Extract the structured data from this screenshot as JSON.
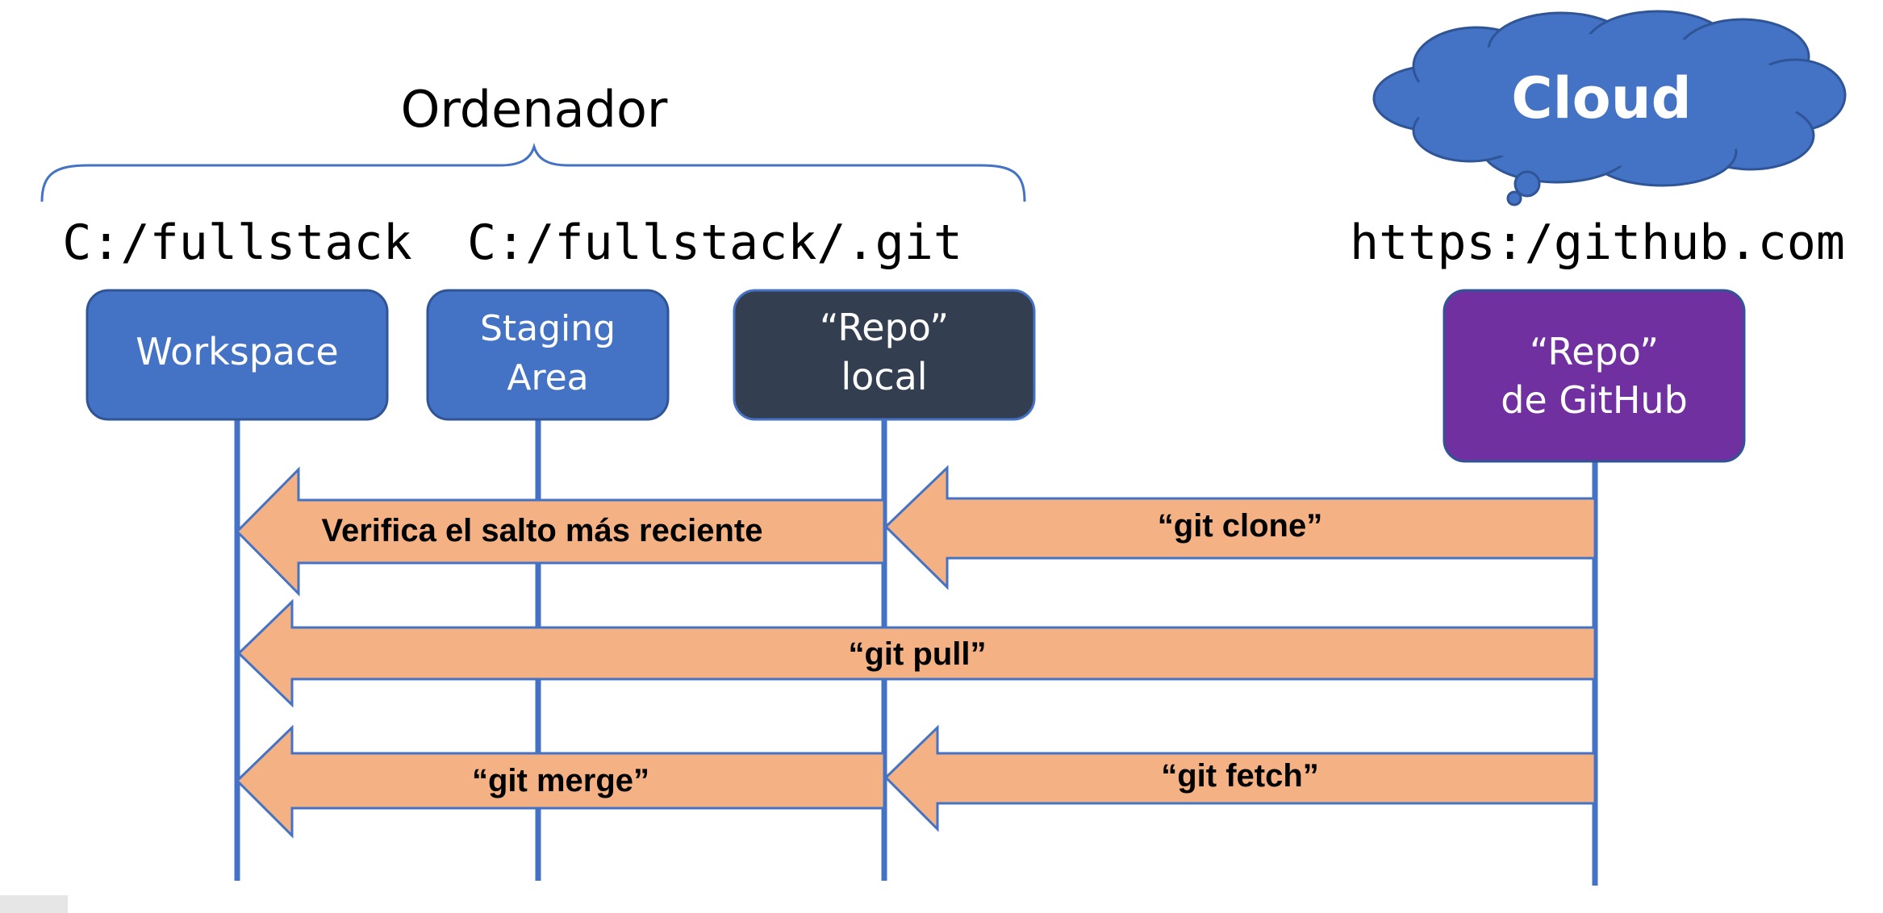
{
  "group": {
    "label": "Ordenador"
  },
  "cloud": {
    "label": "Cloud",
    "url": "https:/github.com"
  },
  "paths": {
    "workspace_path": "C:/fullstack",
    "git_path": "C:/fullstack/.git"
  },
  "boxes": {
    "workspace": {
      "lines": [
        "Workspace"
      ]
    },
    "staging": {
      "lines": [
        "Staging",
        "Area"
      ]
    },
    "local_repo": {
      "lines": [
        "“Repo”",
        "local"
      ]
    },
    "github_repo": {
      "lines": [
        "“Repo”",
        "de GitHub"
      ]
    }
  },
  "arrows": {
    "checkout": "Verifica el salto más  reciente",
    "clone": "“git clone”",
    "pull": "“git pull”",
    "merge": "“git merge”",
    "fetch": "“git fetch”"
  },
  "colors": {
    "workspace": "#4472C4",
    "staging": "#4472C4",
    "local_repo": "#333F50",
    "github_repo": "#7030A0",
    "arrow_fill": "#F4B183",
    "arrow_stroke": "#4472C4",
    "cloud_fill": "#4472C4",
    "lifeline": "#4472C4"
  }
}
